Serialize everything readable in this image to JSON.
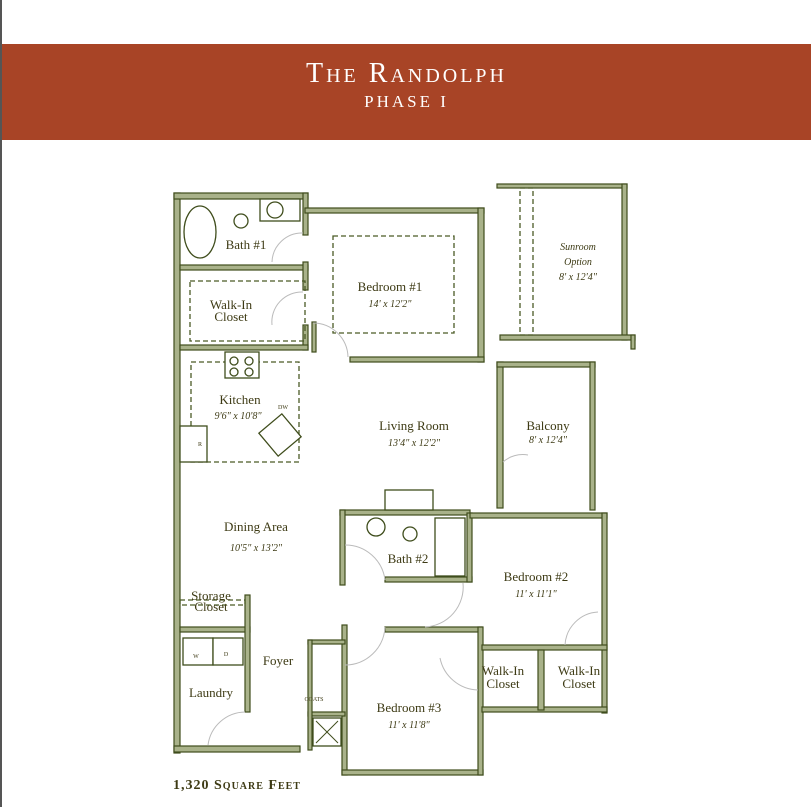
{
  "header": {
    "title": "The Randolph",
    "subtitle": "PHASE I"
  },
  "colors": {
    "banner": "#A84426",
    "walls": "#3f4d1c",
    "text": "#3d3a14"
  },
  "rooms": {
    "bath1": {
      "name": "Bath #1"
    },
    "bedroom1": {
      "name": "Bedroom #1",
      "size": "14' x 12'2\""
    },
    "walkin1": {
      "line1": "Walk-In",
      "line2": "Closet"
    },
    "kitchen": {
      "name": "Kitchen",
      "size": "9'6\" x 10'8\""
    },
    "living": {
      "name": "Living Room",
      "size": "13'4\" x 12'2\""
    },
    "balcony": {
      "name": "Balcony",
      "size": "8' x 12'4\""
    },
    "sunroom": {
      "line1": "Sunroom",
      "line2": "Option",
      "size": "8' x 12'4\""
    },
    "dining": {
      "name": "Dining Area",
      "size": "10'5\" x 13'2\""
    },
    "bath2": {
      "name": "Bath #2"
    },
    "bedroom2": {
      "name": "Bedroom #2",
      "size": "11' x 11'1\""
    },
    "storage": {
      "line1": "Storage",
      "line2": "Closet"
    },
    "foyer": {
      "name": "Foyer"
    },
    "laundry": {
      "name": "Laundry",
      "washer": "W",
      "dryer": "D"
    },
    "coats": {
      "name": "COATS"
    },
    "walkin2": {
      "line1": "Walk-In",
      "line2": "Closet"
    },
    "walkin3": {
      "line1": "Walk-In",
      "line2": "Closet"
    },
    "bedroom3": {
      "name": "Bedroom #3",
      "size": "11' x 11'8\""
    },
    "dishwasher": "DW",
    "refrigerator": "R"
  },
  "footer": {
    "square_feet": "1,320 Square Feet"
  }
}
